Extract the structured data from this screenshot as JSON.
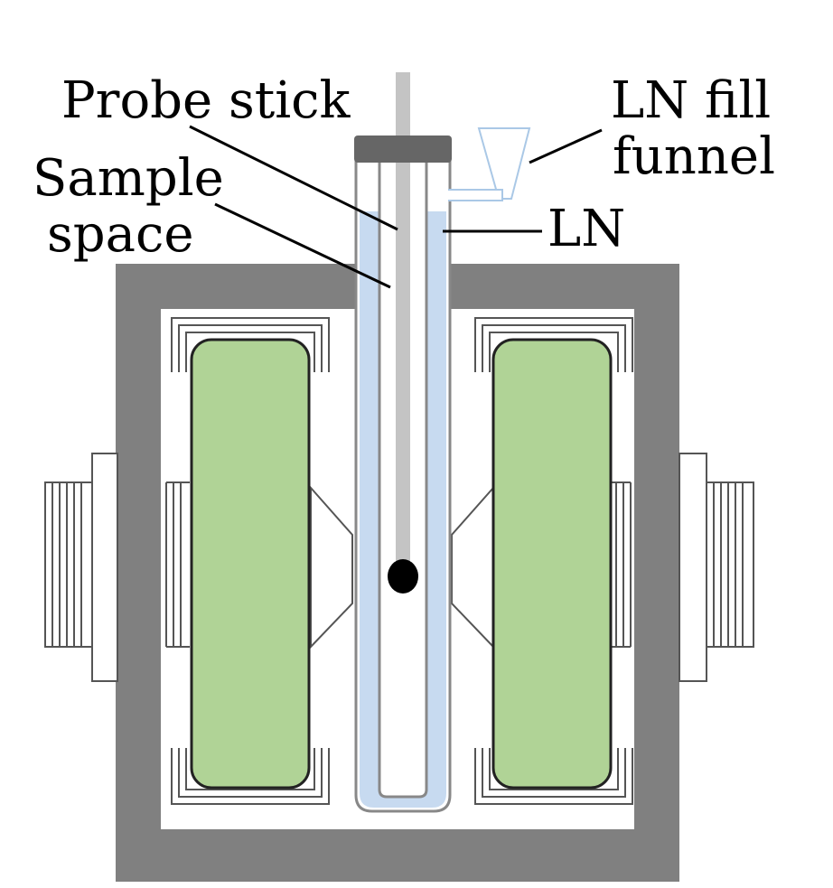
{
  "labels": {
    "probe_stick": "Probe stick",
    "sample_line1": "Sample",
    "sample_line2": "space",
    "funnel_line1": "LN fill",
    "funnel_line2": "funnel",
    "ln": "LN"
  },
  "colors": {
    "yoke": "#808080",
    "coil_fill": "#b0d396",
    "liquid_nitrogen": "#c7daf0",
    "probe": "#c4c4c4",
    "sample": "#000000",
    "funnel": "#aac8e6"
  }
}
